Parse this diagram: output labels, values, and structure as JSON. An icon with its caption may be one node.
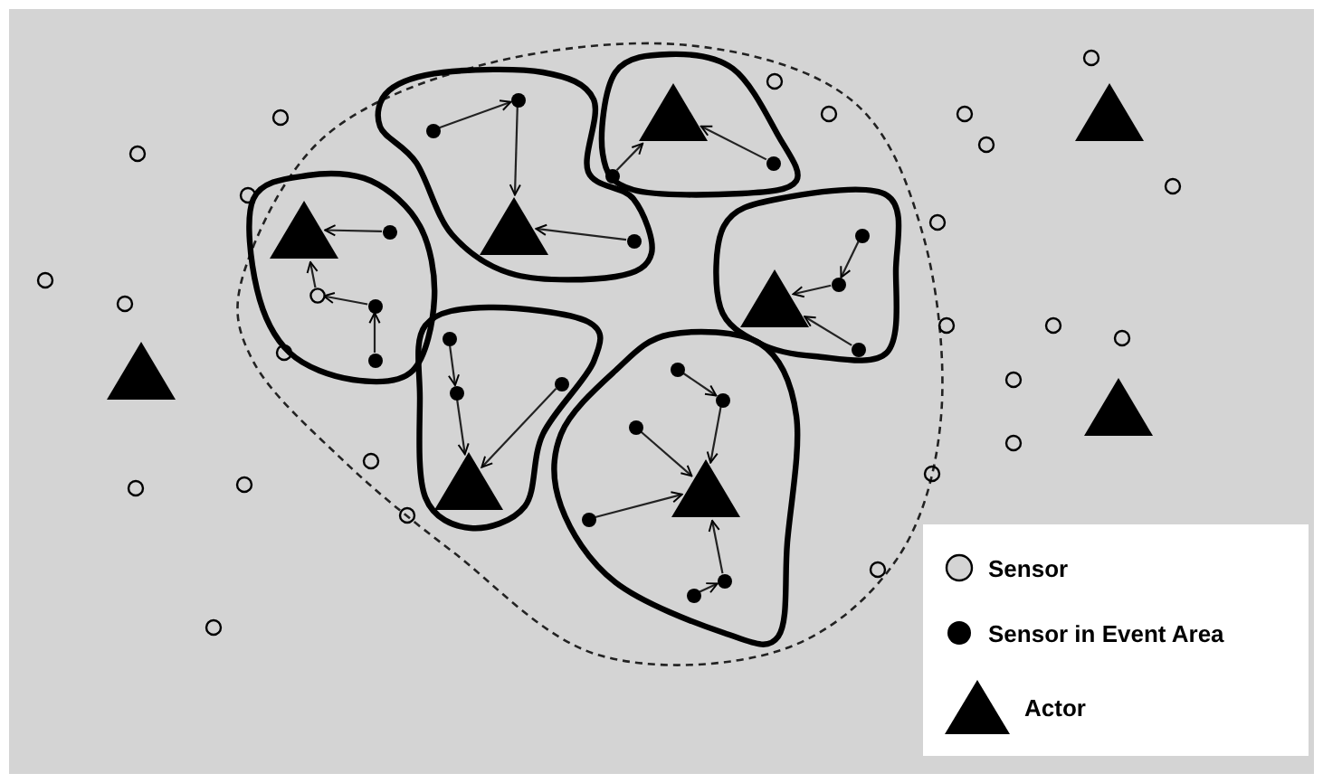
{
  "diagram": {
    "nodes": [
      {
        "text": [],
        "shape": "triangle"
      },
      {
        "text": [],
        "shape": "circle"
      },
      {
        "text": [],
        "shape": "circle"
      },
      {
        "text": [],
        "shape": "circle"
      },
      {
        "text": [],
        "shape": "circle"
      },
      {
        "text": [],
        "shape": "triangle"
      },
      {
        "text": [],
        "shape": "circle"
      },
      {
        "text": [],
        "shape": "circle"
      },
      {
        "text": [],
        "shape": "circle"
      },
      {
        "text": [],
        "shape": "triangle"
      },
      {
        "text": [],
        "shape": "circle"
      },
      {
        "text": [],
        "shape": "circle"
      },
      {
        "text": [],
        "shape": "triangle"
      },
      {
        "text": [],
        "shape": "circle"
      },
      {
        "text": [],
        "shape": "circle"
      },
      {
        "text": [],
        "shape": "circle"
      },
      {
        "text": [],
        "shape": "triangle"
      },
      {
        "text": [],
        "shape": "circle"
      },
      {
        "text": [],
        "shape": "circle"
      },
      {
        "text": [],
        "shape": "circle"
      },
      {
        "text": [],
        "shape": "triangle"
      },
      {
        "text": [],
        "shape": "circle"
      },
      {
        "text": [],
        "shape": "circle"
      },
      {
        "text": [],
        "shape": "circle"
      },
      {
        "text": [],
        "shape": "circle"
      },
      {
        "text": [],
        "shape": "circle"
      },
      {
        "text": [],
        "shape": "circle"
      },
      {
        "text": [],
        "shape": "triangle"
      },
      {
        "text": [],
        "shape": "triangle"
      },
      {
        "text": [],
        "shape": "triangle"
      }
    ],
    "edges": [
      {
        "from": 1,
        "to": 0,
        "arrow": "to"
      },
      {
        "from": 2,
        "to": 0,
        "arrow": "to"
      },
      {
        "from": 3,
        "to": 2,
        "arrow": "to"
      },
      {
        "from": 4,
        "to": 3,
        "arrow": "to"
      },
      {
        "from": 6,
        "to": 7,
        "arrow": "to"
      },
      {
        "from": 7,
        "to": 5,
        "arrow": "to"
      },
      {
        "from": 8,
        "to": 5,
        "arrow": "to"
      },
      {
        "from": 10,
        "to": 9,
        "arrow": "to"
      },
      {
        "from": 11,
        "to": 9,
        "arrow": "to"
      },
      {
        "from": 13,
        "to": 14,
        "arrow": "to"
      },
      {
        "from": 14,
        "to": 12,
        "arrow": "to"
      },
      {
        "from": 15,
        "to": 12,
        "arrow": "to"
      },
      {
        "from": 17,
        "to": 18,
        "arrow": "to"
      },
      {
        "from": 18,
        "to": 16,
        "arrow": "to"
      },
      {
        "from": 19,
        "to": 16,
        "arrow": "to"
      },
      {
        "from": 21,
        "to": 22,
        "arrow": "to"
      },
      {
        "from": 22,
        "to": 20,
        "arrow": "to"
      },
      {
        "from": 23,
        "to": 20,
        "arrow": "to"
      },
      {
        "from": 24,
        "to": 20,
        "arrow": "to"
      },
      {
        "from": 25,
        "to": 26,
        "arrow": "to"
      },
      {
        "from": 26,
        "to": 20,
        "arrow": "to"
      }
    ],
    "legend": [
      {
        "text": "Sensor"
      },
      {
        "text": "Sensor in Event Area"
      },
      {
        "text": "Actor"
      }
    ]
  }
}
